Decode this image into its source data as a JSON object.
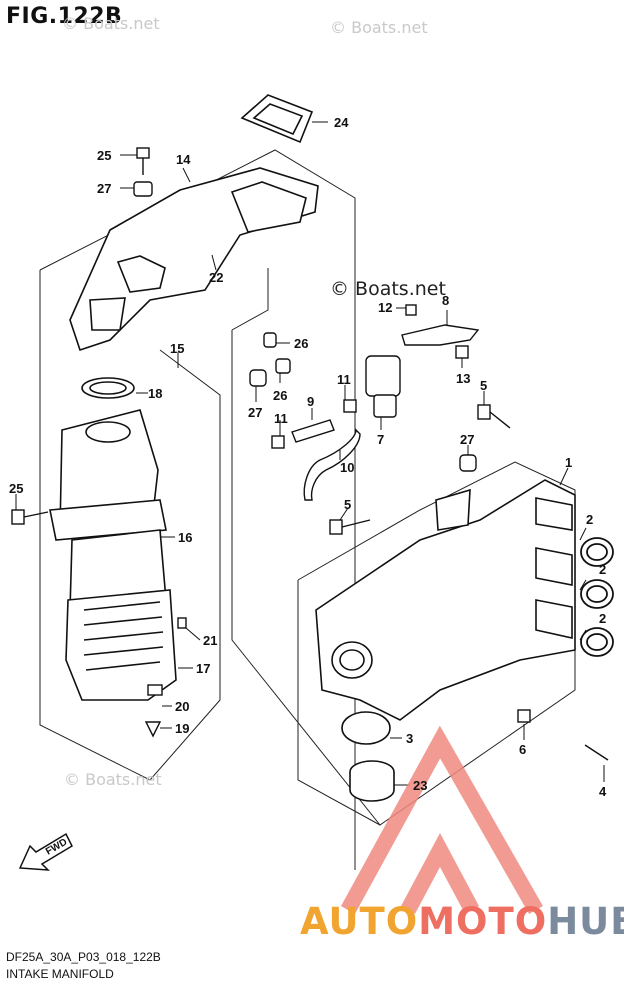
{
  "header": {
    "figure_title": "FIG.122B"
  },
  "footer": {
    "drawing_code": "DF25A_30A_P03_018_122B",
    "section_name": "INTAKE MANIFOLD"
  },
  "watermark": {
    "text": "© Boats.net"
  },
  "brand": {
    "part1": "AUTO",
    "part2": "MOTO",
    "part3": "HUB",
    "colors": {
      "auto": "#f2a431",
      "moto": "#ef6e62",
      "hub": "#7b8a9c",
      "triangle": "#ef8a80"
    }
  },
  "fwd_label": "FWD",
  "callouts": [
    {
      "id": "c24",
      "text": "24"
    },
    {
      "id": "c25a",
      "text": "25"
    },
    {
      "id": "c14",
      "text": "14"
    },
    {
      "id": "c27a",
      "text": "27"
    },
    {
      "id": "c22",
      "text": "22"
    },
    {
      "id": "c12",
      "text": "12"
    },
    {
      "id": "c8",
      "text": "8"
    },
    {
      "id": "c26a",
      "text": "26"
    },
    {
      "id": "c15",
      "text": "15"
    },
    {
      "id": "c11a",
      "text": "11"
    },
    {
      "id": "c13",
      "text": "13"
    },
    {
      "id": "c18",
      "text": "18"
    },
    {
      "id": "c26b",
      "text": "26"
    },
    {
      "id": "c27b",
      "text": "27"
    },
    {
      "id": "c9",
      "text": "9"
    },
    {
      "id": "c5a",
      "text": "5"
    },
    {
      "id": "c11b",
      "text": "11"
    },
    {
      "id": "c7",
      "text": "7"
    },
    {
      "id": "c27c",
      "text": "27"
    },
    {
      "id": "c10",
      "text": "10"
    },
    {
      "id": "c1",
      "text": "1"
    },
    {
      "id": "c25b",
      "text": "25"
    },
    {
      "id": "c5b",
      "text": "5"
    },
    {
      "id": "c16",
      "text": "16"
    },
    {
      "id": "c2a",
      "text": "2"
    },
    {
      "id": "c2b",
      "text": "2"
    },
    {
      "id": "c21",
      "text": "21"
    },
    {
      "id": "c2c",
      "text": "2"
    },
    {
      "id": "c17",
      "text": "17"
    },
    {
      "id": "c20",
      "text": "20"
    },
    {
      "id": "c19",
      "text": "19"
    },
    {
      "id": "c3",
      "text": "3"
    },
    {
      "id": "c6",
      "text": "6"
    },
    {
      "id": "c23",
      "text": "23"
    },
    {
      "id": "c4",
      "text": "4"
    }
  ]
}
